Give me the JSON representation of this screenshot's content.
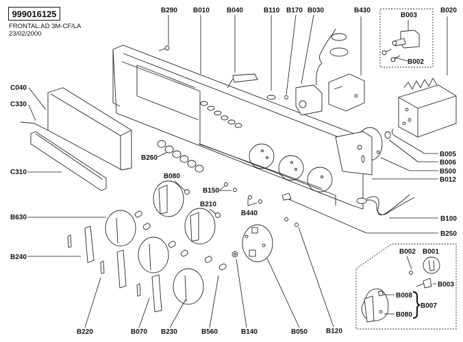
{
  "header": {
    "part_number": "999016125",
    "model": "FRONTAL.AD 3M-CF/LA",
    "date": "23/02/2000"
  },
  "labels": {
    "B290": "B290",
    "B010": "B010",
    "B040": "B040",
    "B110": "B110",
    "B170": "B170",
    "B030": "B030",
    "B430": "B430",
    "B003": "B003",
    "B002": "B002",
    "B020": "B020",
    "C040": "C040",
    "C330": "C330",
    "C310": "C310",
    "B260": "B260",
    "B080": "B080",
    "B150": "B150",
    "B210": "B210",
    "B440": "B440",
    "B630": "B630",
    "B240": "B240",
    "B220": "B220",
    "B070": "B070",
    "B230": "B230",
    "B560": "B560",
    "B140": "B140",
    "B050": "B050",
    "B120": "B120",
    "B005": "B005",
    "B006": "B006",
    "B500": "B500",
    "B012": "B012",
    "B100": "B100",
    "B250": "B250"
  },
  "inset": {
    "B002": "B002",
    "B001": "B001",
    "B003": "B003",
    "B008": "B008",
    "B080": "B080",
    "B007": "B007"
  }
}
